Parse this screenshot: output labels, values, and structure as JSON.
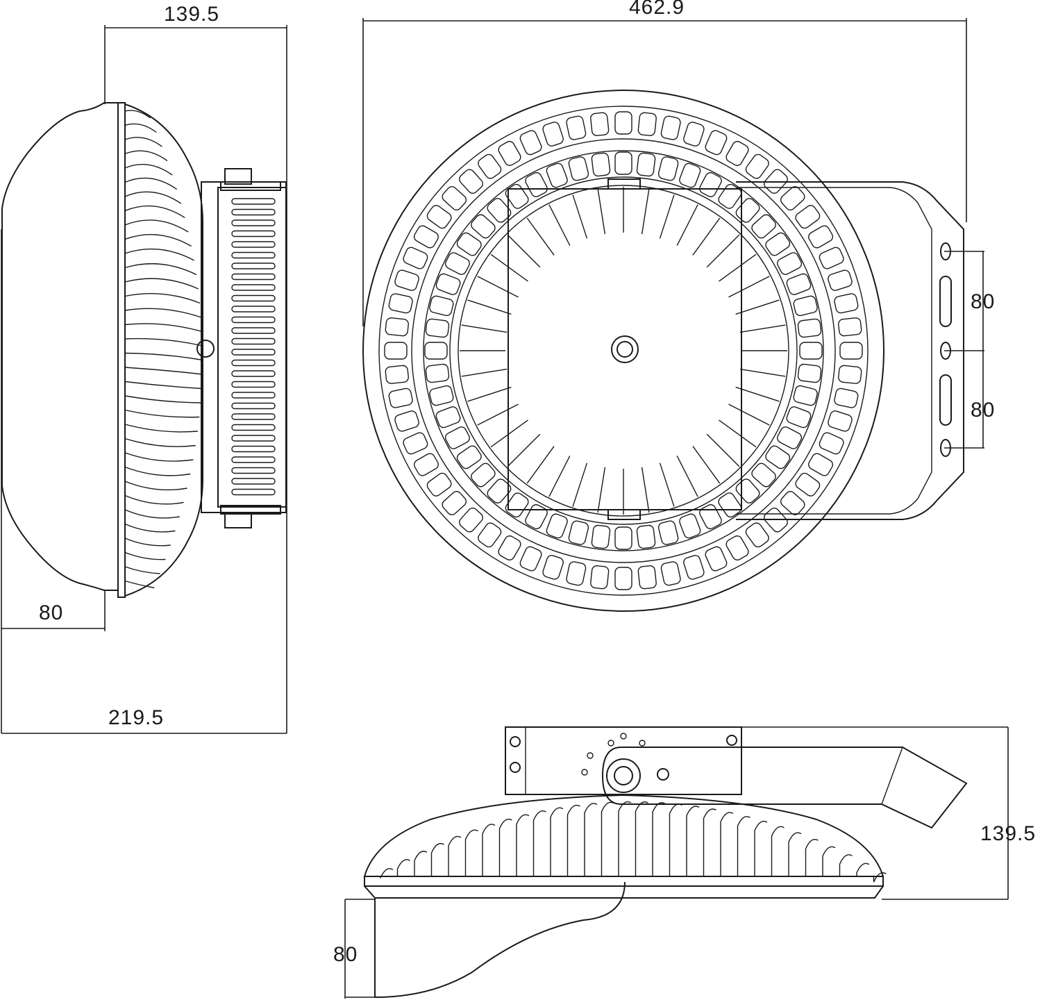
{
  "dimensions": {
    "side_top_width": "139.5",
    "side_front_depth": "80",
    "side_total_width": "219.5",
    "top_overall_width": "462.9",
    "bracket_hole_spacing_upper": "80",
    "bracket_hole_spacing_lower": "80",
    "front_total_height": "139.5",
    "front_offset": "80"
  }
}
